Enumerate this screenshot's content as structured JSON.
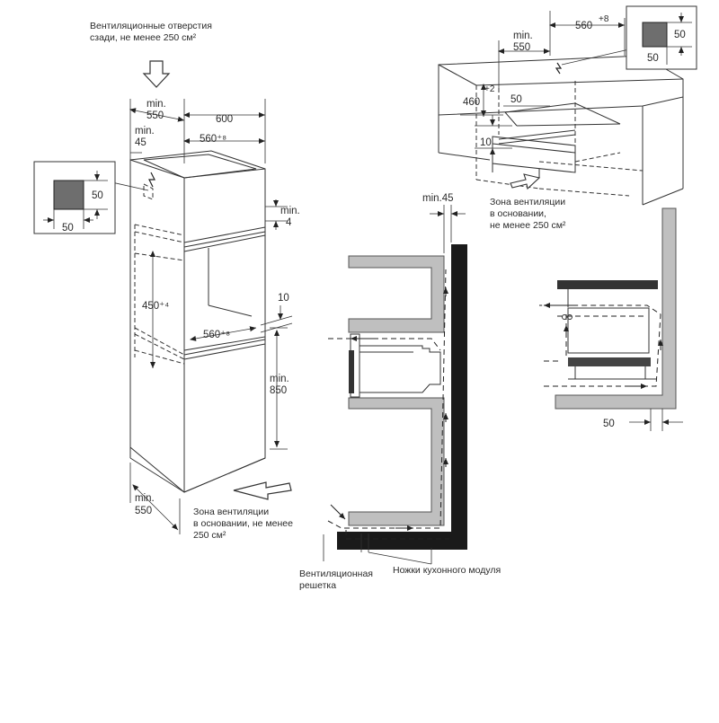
{
  "left": {
    "top_note": [
      "Вентиляционные отверстия",
      "сзади, не менее 250 см²"
    ],
    "dims": {
      "min550_top": [
        "min.",
        "550"
      ],
      "w600": "600",
      "min45": [
        "min.",
        "45"
      ],
      "w560_top": "560⁺⁸",
      "min4": [
        "min.",
        "4"
      ],
      "h450": "450⁺⁴",
      "d10": "10",
      "w560_mid": "560⁺⁸",
      "min850": [
        "min.",
        "850"
      ],
      "min550_bottom": [
        "min.",
        "550"
      ]
    },
    "bottom_note": [
      "Зона вентиляции",
      "в основании, не менее",
      "250 см²"
    ]
  },
  "opening_box_left": {
    "h": "50",
    "w": "50"
  },
  "top_right": {
    "dims": {
      "w560": "560",
      "w560_sup": "+8",
      "min550": [
        "min.",
        "550"
      ],
      "h460": "460",
      "h460_sup": "+2",
      "d50": "50",
      "d10": "10"
    },
    "note": [
      "Зона вентиляции",
      "в основании,",
      "не менее 250 см²"
    ]
  },
  "opening_box_right": {
    "h": "50",
    "w": "50"
  },
  "middle": {
    "min45": "min.45",
    "label_legs": "Ножки кухонного модуля",
    "label_grille": [
      "Вентиляционная",
      "решетка"
    ]
  },
  "right": {
    "d50": "50"
  }
}
